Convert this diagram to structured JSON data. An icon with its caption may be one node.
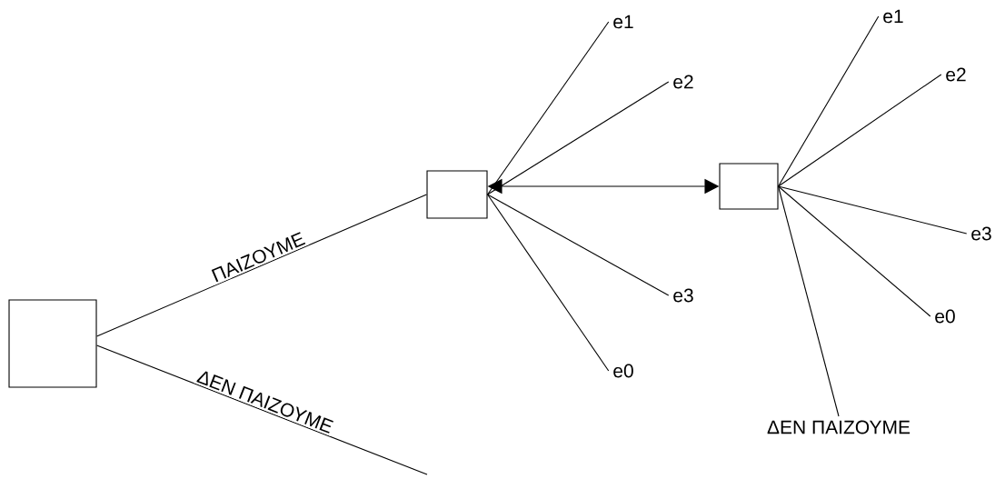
{
  "diagram": {
    "nodes": [
      {
        "text": [],
        "shape": "box"
      },
      {
        "text": [],
        "shape": "box"
      },
      {
        "text": [],
        "shape": "box"
      },
      {
        "text": [
          "e1"
        ]
      },
      {
        "text": [
          "e2"
        ]
      },
      {
        "text": [
          "e3"
        ]
      },
      {
        "text": [
          "e0"
        ]
      },
      {
        "text": [
          "e1"
        ]
      },
      {
        "text": [
          "e2"
        ]
      },
      {
        "text": [
          "e3"
        ]
      },
      {
        "text": [
          "e0"
        ]
      },
      {
        "text": [
          "ΔΕΝ ΠΑΙΖΟΥΜΕ"
        ]
      }
    ],
    "edges": [
      {
        "from": 0,
        "to": 1,
        "arrow": "none",
        "label": "ΠΑΙΖΟΥΜΕ"
      },
      {
        "from": 0,
        "to": null,
        "arrow": "none",
        "label": "ΔΕΝ ΠΑΙΖΟΥΜΕ"
      },
      {
        "from": 1,
        "to": 3,
        "arrow": "none"
      },
      {
        "from": 1,
        "to": 4,
        "arrow": "none"
      },
      {
        "from": 1,
        "to": 5,
        "arrow": "none"
      },
      {
        "from": 1,
        "to": 6,
        "arrow": "none"
      },
      {
        "from": 1,
        "to": 2,
        "arrow": "both"
      },
      {
        "from": 2,
        "to": 7,
        "arrow": "none"
      },
      {
        "from": 2,
        "to": 8,
        "arrow": "none"
      },
      {
        "from": 2,
        "to": 9,
        "arrow": "none"
      },
      {
        "from": 2,
        "to": 10,
        "arrow": "none"
      },
      {
        "from": 2,
        "to": 11,
        "arrow": "none"
      }
    ]
  }
}
